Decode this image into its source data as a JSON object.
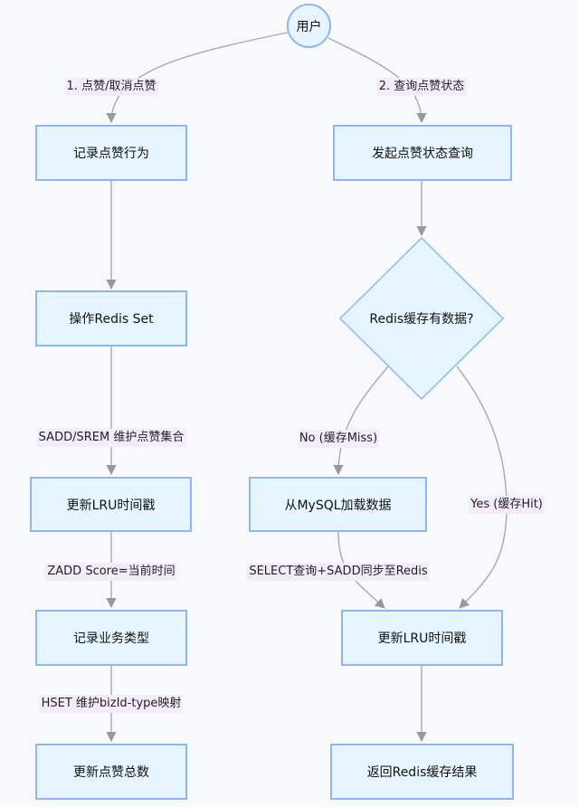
{
  "diagram": {
    "type": "flowchart",
    "nodes": {
      "user": "用户",
      "record_like": "记录点赞行为",
      "op_redis_set": "操作Redis Set",
      "update_lru_left": "更新LRU时间戳",
      "record_biz_type": "记录业务类型",
      "update_total": "更新点赞总数",
      "query_status": "发起点赞状态查询",
      "cache_check": "Redis缓存有数据?",
      "load_mysql": "从MySQL加载数据",
      "update_lru_right": "更新LRU时间戳",
      "return_cache": "返回Redis缓存结果"
    },
    "edges": {
      "user_to_record": "1. 点赞/取消点赞",
      "user_to_query": "2. 查询点赞状态",
      "set_to_lru": "SADD/SREM 维护点赞集合",
      "lru_to_biz": "ZADD Score=当前时间",
      "biz_to_total": "HSET 维护bizId-type映射",
      "check_no": "No (缓存Miss)",
      "check_yes": "Yes (缓存Hit)",
      "mysql_to_lru": "SELECT查询+SADD同步至Redis"
    },
    "colors": {
      "node_fill": "#e6f5ff",
      "node_border": "#8fb6f2",
      "edge": "#a6a6a6",
      "label_bg": "#f4ecfb"
    }
  }
}
